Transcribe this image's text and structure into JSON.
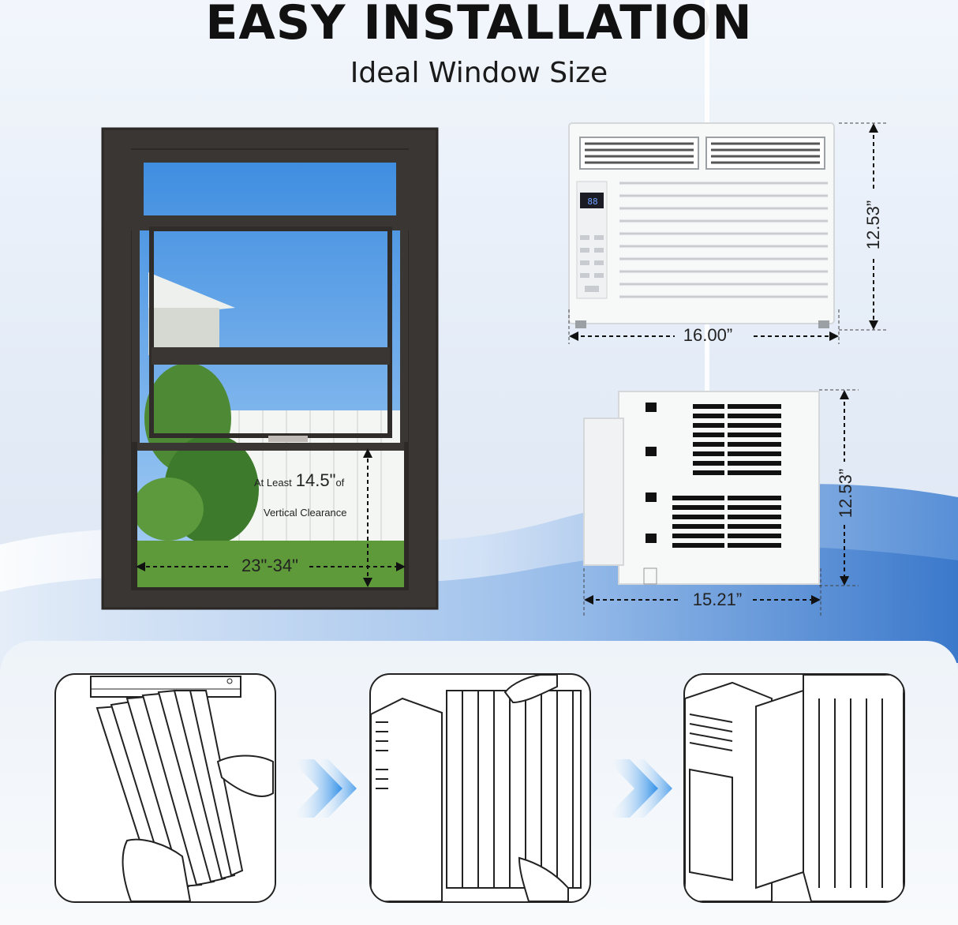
{
  "header": {
    "title": "EASY INSTALLATION",
    "subtitle": "Ideal Window Size"
  },
  "window": {
    "clearance_prefix": "At Least",
    "clearance_value": "14.5\"",
    "clearance_suffix": "of",
    "clearance_caption": "Vertical Clearance",
    "width_range": "23\"-34\""
  },
  "ac_front": {
    "width": "16.00”",
    "height": "12.53”",
    "display": "88"
  },
  "ac_side": {
    "depth": "15.21”",
    "height": "12.53”"
  },
  "steps": [
    {
      "icon": "curtain-panel-extend-icon"
    },
    {
      "icon": "curtain-panel-attach-icon"
    },
    {
      "icon": "curtain-panel-installed-icon"
    }
  ],
  "arrows": [
    {
      "icon": "chevron-right-icon"
    },
    {
      "icon": "chevron-right-icon"
    }
  ],
  "colors": {
    "sky": "#5aa0e6",
    "frame": "#3a3633",
    "grass": "#5f9a3a",
    "accent_wave": "#3f7fd1"
  }
}
